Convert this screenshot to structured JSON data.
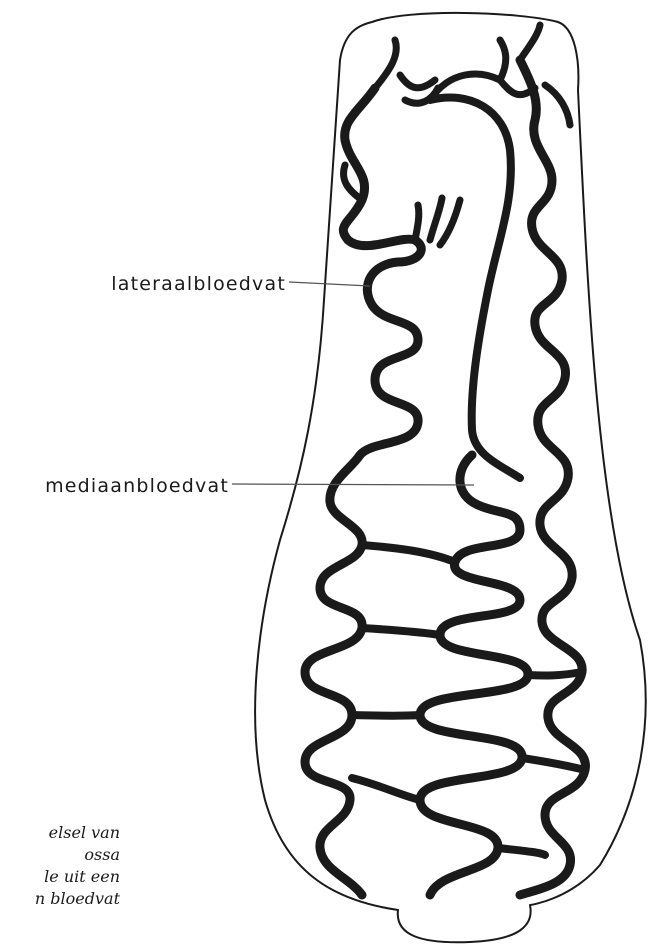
{
  "labels": {
    "lateral": "lateraalbloedvat",
    "median": "mediaanbloedvat"
  },
  "caption": [
    "elsel van",
    "ossa",
    "le uit een",
    "n bloedvat"
  ],
  "colors": {
    "ink": "#1a1a1a",
    "background": "#ffffff"
  }
}
